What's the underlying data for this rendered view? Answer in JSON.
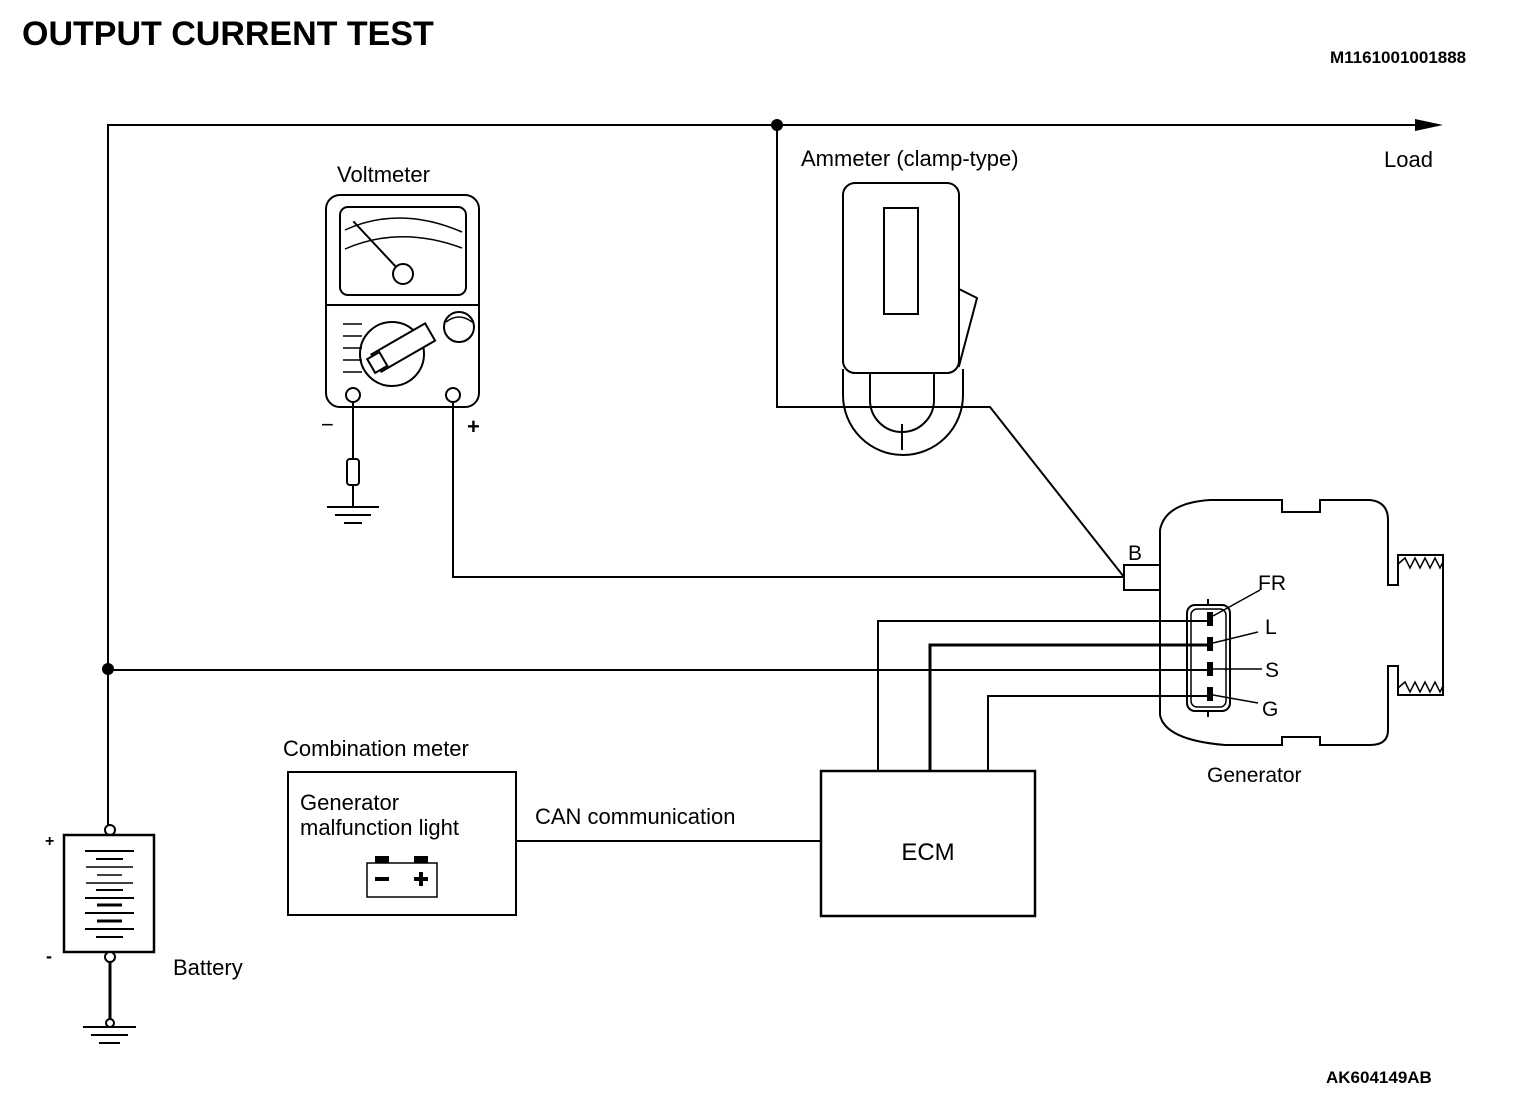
{
  "header": {
    "title": "OUTPUT CURRENT TEST",
    "doc_code": "M1161001001888"
  },
  "footer": {
    "figure_code": "AK604149AB"
  },
  "diagram": {
    "load_label": "Load",
    "voltmeter": {
      "label": "Voltmeter",
      "negative_terminal": "−",
      "positive_terminal": "+"
    },
    "ammeter": {
      "label": "Ammeter (clamp-type)"
    },
    "generator": {
      "label": "Generator",
      "b_terminal": "B",
      "pins": [
        "FR",
        "L",
        "S",
        "G"
      ]
    },
    "combination_meter": {
      "label": "Combination meter",
      "light_line1": "Generator",
      "light_line2": "malfunction light",
      "icon_minus": "−",
      "icon_plus": "+"
    },
    "can_label": "CAN communication",
    "ecm_label": "ECM",
    "battery": {
      "label": "Battery",
      "positive": "+",
      "negative": "-"
    }
  }
}
